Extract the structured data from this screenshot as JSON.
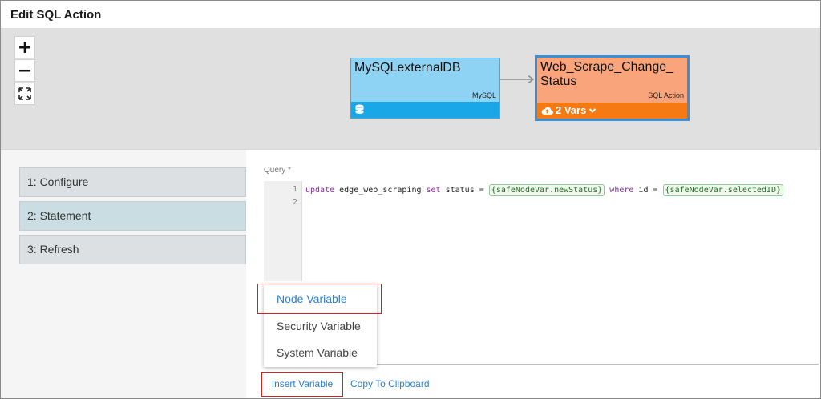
{
  "dialog": {
    "title": "Edit SQL Action"
  },
  "canvas": {
    "zoom": {
      "in": "+",
      "out": "−"
    },
    "nodes": [
      {
        "title": "MySQLexternalDB",
        "type": "MySQL",
        "fill": "#8fd3f4",
        "footer": "#1aa7e8"
      },
      {
        "title": "Web_Scrape_Change_ Status",
        "type": "SQL Action",
        "vars": "2 Vars",
        "fill": "#f9a47a",
        "footer": "#f57a13",
        "selected_border": "#3a8fd9"
      }
    ]
  },
  "steps": [
    {
      "label": "1: Configure"
    },
    {
      "label": "2: Statement",
      "active": true
    },
    {
      "label": "3: Refresh"
    }
  ],
  "query": {
    "label": "Query *",
    "line_numbers": [
      "1",
      "2"
    ],
    "tokens": {
      "kw1": "update",
      "t1": " edge_web_scraping ",
      "kw2": "set",
      "t2": " status = ",
      "var1": "{safeNodeVar.newStatus}",
      "kw3": " where",
      "t3": " id = ",
      "var2": "{safeNodeVar.selectedID}"
    }
  },
  "variable_menu": {
    "items": [
      {
        "label": "Node Variable",
        "highlighted": true
      },
      {
        "label": "Security Variable"
      },
      {
        "label": "System Variable"
      }
    ]
  },
  "footer": {
    "insert_label": "Insert Variable",
    "copy_label": "Copy To Clipboard"
  },
  "colors": {
    "link": "#2a80d4",
    "highlight_box": "#d42020"
  }
}
